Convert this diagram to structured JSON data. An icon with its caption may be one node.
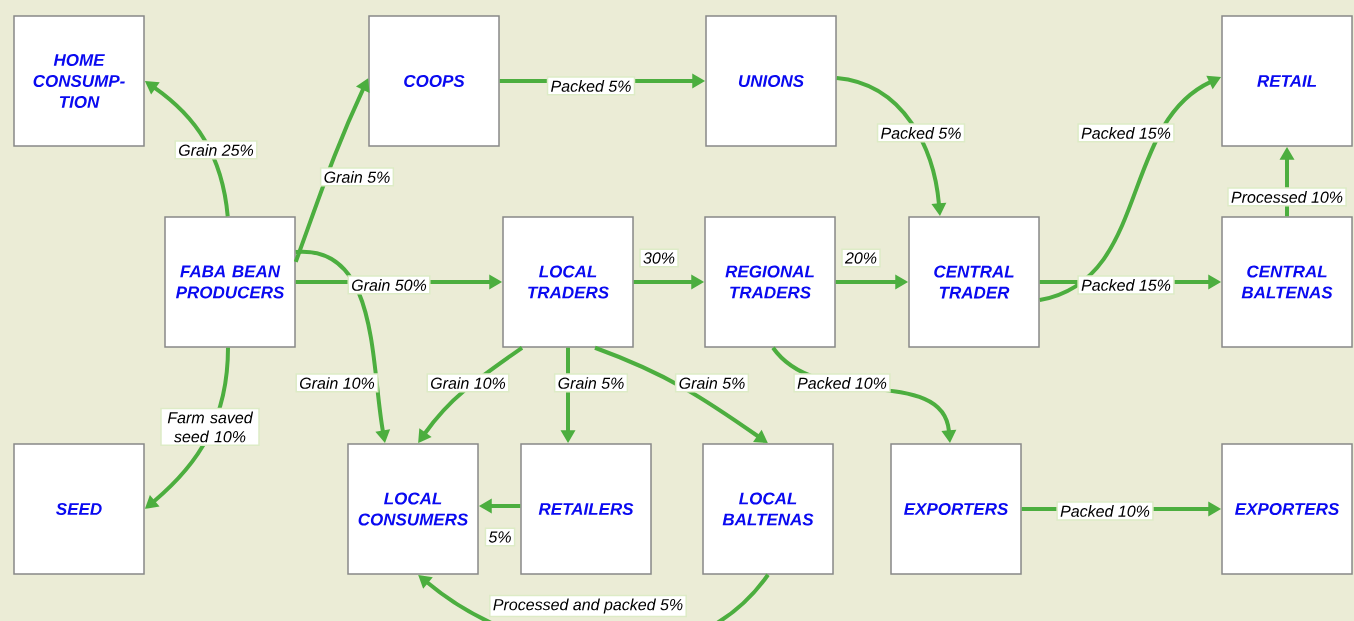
{
  "diagram": {
    "nodes": [
      {
        "text": [
          "HOME CONSUMP-TION"
        ]
      },
      {
        "text": [
          "COOPS"
        ]
      },
      {
        "text": [
          "UNIONS"
        ]
      },
      {
        "text": [
          "RETAIL"
        ]
      },
      {
        "text": [
          "FABA BEAN PRODUCERS"
        ]
      },
      {
        "text": [
          "LOCAL TRADERS"
        ]
      },
      {
        "text": [
          "REGIONAL TRADERS"
        ]
      },
      {
        "text": [
          "CENTRAL TRADER"
        ]
      },
      {
        "text": [
          "CENTRAL BALTENAS"
        ]
      },
      {
        "text": [
          "SEED"
        ]
      },
      {
        "text": [
          "LOCAL CONSUMERS"
        ]
      },
      {
        "text": [
          "RETAILERS"
        ]
      },
      {
        "text": [
          "LOCAL BALTENAS"
        ]
      },
      {
        "text": [
          "EXPORTERS"
        ]
      },
      {
        "text": [
          "EXPORTERS"
        ]
      }
    ],
    "edges": [
      {
        "from": 4,
        "to": 0,
        "arrow": "to",
        "label": "Grain 25%"
      },
      {
        "from": 4,
        "to": 1,
        "arrow": "to",
        "label": "Grain 5%"
      },
      {
        "from": 1,
        "to": 2,
        "arrow": "to",
        "label": "Packed 5%"
      },
      {
        "from": 2,
        "to": 7,
        "arrow": "to",
        "label": "Packed 5%"
      },
      {
        "from": 4,
        "to": 5,
        "arrow": "to",
        "label": "Grain 50%"
      },
      {
        "from": 5,
        "to": 6,
        "arrow": "to",
        "label": "30%"
      },
      {
        "from": 6,
        "to": 7,
        "arrow": "to",
        "label": "20%"
      },
      {
        "from": 7,
        "to": 3,
        "arrow": "to",
        "label": "Packed 15%"
      },
      {
        "from": 7,
        "to": 8,
        "arrow": "to",
        "label": "Packed 15%"
      },
      {
        "from": 8,
        "to": 3,
        "arrow": "to",
        "label": "Processed 10%"
      },
      {
        "from": 4,
        "to": 9,
        "arrow": "to",
        "label": "Farm saved seed 10%"
      },
      {
        "from": 4,
        "to": 10,
        "arrow": "to",
        "label": "Grain 10%"
      },
      {
        "from": 5,
        "to": 10,
        "arrow": "to",
        "label": "Grain 10%"
      },
      {
        "from": 5,
        "to": 11,
        "arrow": "to",
        "label": "Grain 5%"
      },
      {
        "from": 5,
        "to": 12,
        "arrow": "to",
        "label": "Grain 5%"
      },
      {
        "from": 6,
        "to": 13,
        "arrow": "to",
        "label": "Packed 10%"
      },
      {
        "from": 11,
        "to": 10,
        "arrow": "to",
        "label": "5%"
      },
      {
        "from": 12,
        "to": 10,
        "arrow": "to",
        "label": "Processed and packed 5%"
      },
      {
        "from": 13,
        "to": 14,
        "arrow": "to",
        "label": "Packed 10%"
      }
    ]
  }
}
